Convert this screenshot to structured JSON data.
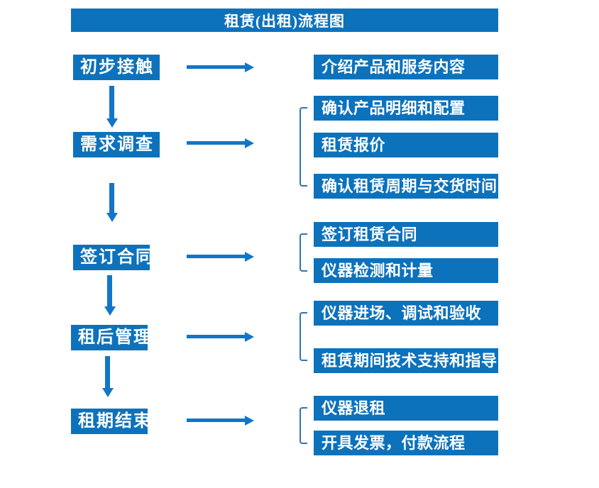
{
  "title": "租赁(出租)流程图",
  "colors": {
    "box": "#0d72bc",
    "arrow": "#1176c8",
    "bracket": "#2e75b6",
    "text": "#ffffff",
    "background": "#ffffff"
  },
  "stages": [
    {
      "label": "初步接触",
      "details": [
        "介绍产品和服务内容"
      ]
    },
    {
      "label": "需求调查",
      "details": [
        "确认产品明细和配置",
        "租赁报价",
        "确认租赁周期与交货时间"
      ]
    },
    {
      "label": "签订合同",
      "details": [
        "签订租赁合同",
        "仪器检测和计量"
      ]
    },
    {
      "label": "租后管理",
      "details": [
        "仪器进场、调试和验收",
        "租赁期间技术支持和指导"
      ]
    },
    {
      "label": "租期结束",
      "details": [
        "仪器退租",
        "开具发票，付款流程"
      ]
    }
  ]
}
